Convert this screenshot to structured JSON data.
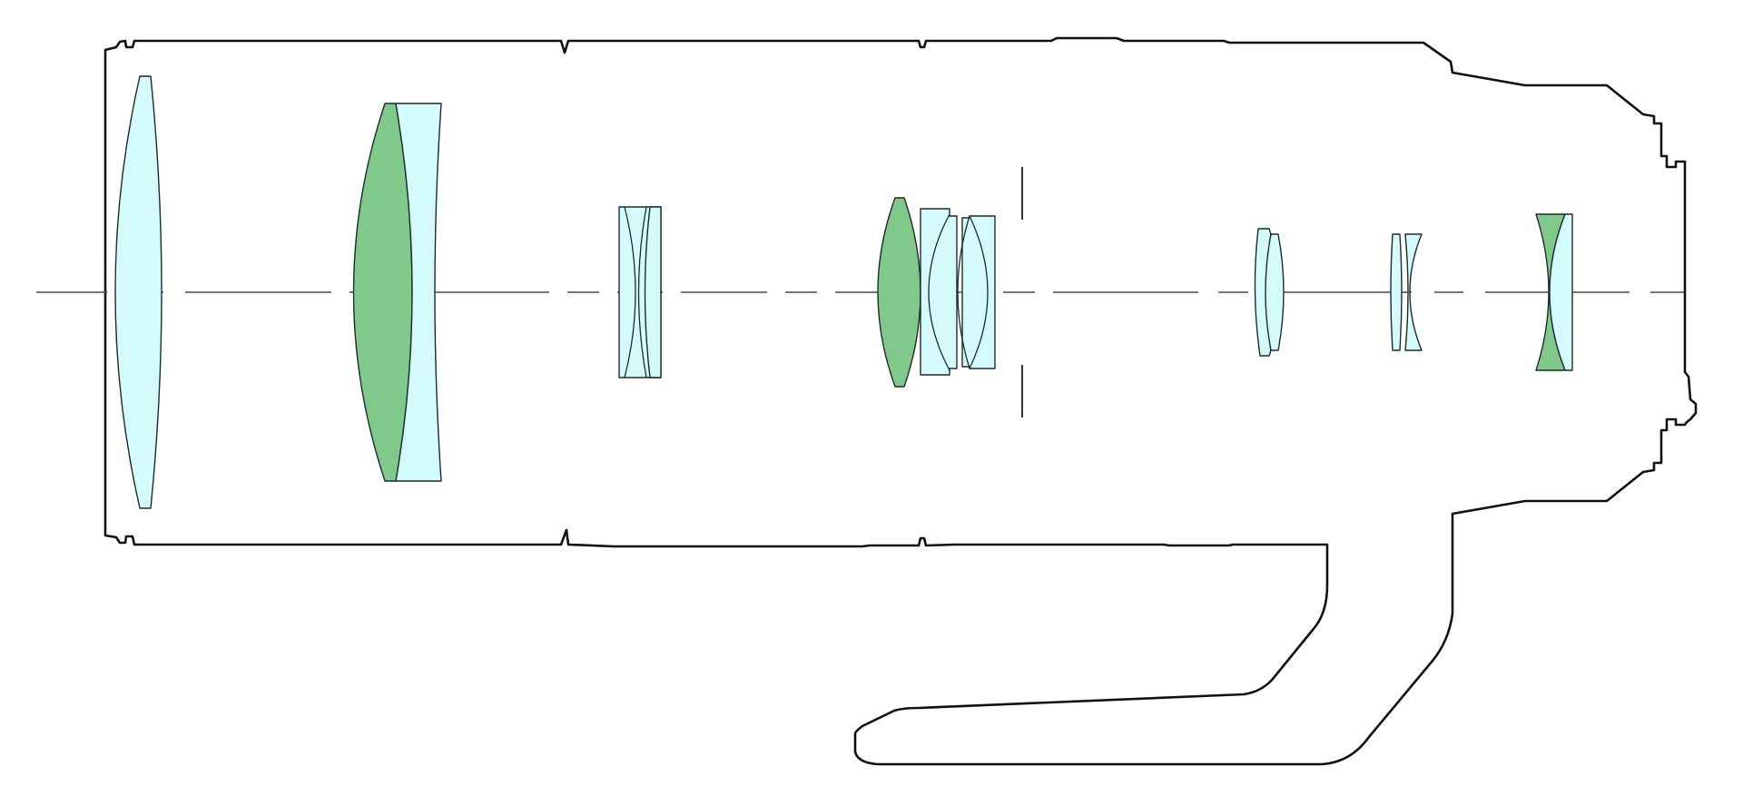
{
  "diagram": {
    "kind": "lens-cross-section",
    "colors": {
      "background": "#ffffff",
      "barrel_outline": "#111111",
      "standard_glass": "#d4fbfb",
      "special_glass": "#7fc98a",
      "optical_axis": "#4a4a4a"
    },
    "lens_groups": [
      {
        "id": "front-element",
        "elements": [
          "standard"
        ]
      },
      {
        "id": "group-2-doublet",
        "elements": [
          "special",
          "standard"
        ]
      },
      {
        "id": "group-3-triplet",
        "elements": [
          "standard",
          "standard",
          "standard"
        ]
      },
      {
        "id": "group-4",
        "elements": [
          "special",
          "standard",
          "standard"
        ]
      },
      {
        "id": "group-5-pair",
        "elements": [
          "standard",
          "standard"
        ]
      },
      {
        "id": "group-6-pair",
        "elements": [
          "standard",
          "standard"
        ]
      },
      {
        "id": "rear-doublet",
        "elements": [
          "special",
          "standard"
        ]
      }
    ],
    "element_count": 15,
    "has_aperture_stop": true,
    "has_tripod_foot": true
  }
}
